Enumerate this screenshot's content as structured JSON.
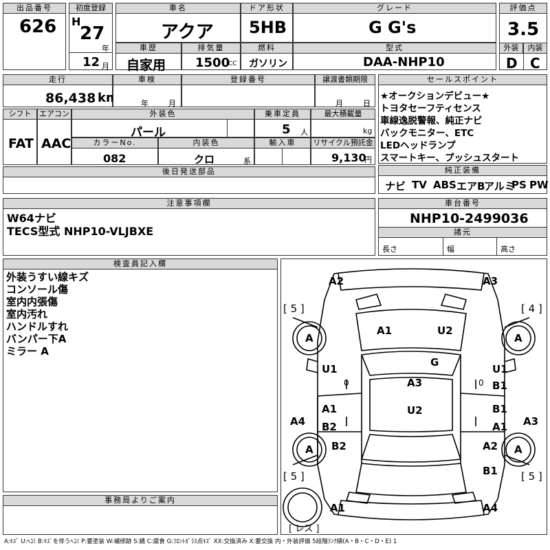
{
  "headers": {
    "lot": "出品番号",
    "first_reg": "初度登録",
    "car_name": "車名",
    "door": "ドア形状",
    "grade": "グレード",
    "rating": "評価点",
    "history": "車歴",
    "displacement": "排気量",
    "fuel": "燃料",
    "model_code": "型式",
    "exterior": "外装",
    "interior": "内装",
    "mileage": "走行",
    "inspection": "車検",
    "reg_no": "登録番号",
    "transfer_deadline": "譲渡書類期限",
    "sales_points": "セールスポイント",
    "shift": "シフト",
    "aircon": "エアコン",
    "ext_color": "外装色",
    "capacity": "乗車定員",
    "max_load": "最大積載量",
    "color_no": "カラーNo.",
    "int_color": "内装色",
    "import": "輸入車",
    "recycle": "リサイクル預託金",
    "later_parts": "後日発送部品",
    "genuine": "純正装備",
    "notes": "注意事項欄",
    "chassis": "車台番号",
    "specs": "諸元",
    "inspector": "検査員記入欄",
    "office": "事務局よりご案内"
  },
  "vehicle": {
    "lot_no": "626",
    "era": "H",
    "year": "27",
    "year_unit": "年",
    "month": "12",
    "month_unit": "月",
    "name": "アクア",
    "door": "5HB",
    "grade": "G G's",
    "rating": "3.5",
    "history": "自家用",
    "displacement": "1500",
    "cc": "CC",
    "fuel": "ガソリン",
    "model_code": "DAA-NHP10",
    "exterior_grade": "D",
    "interior_grade": "C",
    "mileage": "86,438",
    "km": "km",
    "insp_year": "年",
    "insp_month": "月",
    "transfer_month": "月",
    "transfer_day": "日",
    "shift": "FAT",
    "aircon": "AAC",
    "ext_color": "パール",
    "capacity": "5",
    "person": "人",
    "kg": "kg",
    "color_no": "082",
    "int_color": "クロ",
    "kei": "系",
    "recycle": "9,130",
    "yen": "円",
    "chassis_no": "NHP10-2499036",
    "length_label": "長さ",
    "width_label": "幅",
    "height_label": "高さ"
  },
  "sales_points": [
    "★オークションデビュー★",
    "トヨタセーフティセンス",
    "車線逸脱警報、純正ナビ",
    "バックモニター、ETC",
    "LEDヘッドランプ",
    "スマートキー、プッシュスタート"
  ],
  "genuine_equipment": [
    "ナビ",
    "TV",
    "ABS",
    "エアB",
    "アルミ",
    "PS",
    "PW"
  ],
  "notes": [
    "W64ナビ",
    "TECS型式 NHP10-VLJBXE"
  ],
  "inspector_notes": [
    "外装うすい線キズ",
    "コンソール傷",
    "室内内張傷",
    "室内汚れ",
    "ハンドルすれ",
    "バンパー下A",
    "ミラー A"
  ],
  "diagram": {
    "marks": {
      "front_left": "A2",
      "front_right": "A3",
      "bonnet_left": "A1",
      "bonnet_right": "U2",
      "windshield": "G",
      "roof": "A3",
      "roof_rear": "U2",
      "left_front_door": "U1",
      "left_rear_door_a": "A1",
      "left_rear_door_b": "B2",
      "right_front_door_u": "U1",
      "right_front_door_b": "B1",
      "right_rear_door_b": "B1",
      "right_rear_door_a": "A1",
      "left_side": "A4",
      "right_side": "A3",
      "left_rear_fender": "B2",
      "right_rear_fender_a": "A2",
      "right_rear_fender_b": "B1",
      "rear_left": "A1",
      "rear_right": "A4",
      "wheel_fl": "A",
      "wheel_fr": "A",
      "wheel_rl": "A",
      "wheel_rr": "A",
      "zero_l": "0",
      "zero_r": "0"
    },
    "tires": {
      "fl": "[ 5 ]",
      "fr": "[ 4 ]",
      "rl": "[ 5 ]",
      "rr": "[ 5 ]",
      "spare": "[ レス ]"
    }
  },
  "legend": "A:ｷｽﾞ U:ﾍｺﾐ B:ｷｽﾞを伴うﾍｺﾐ P:要塗装 W:補修跡 S:錆 C:腐食 G:ﾌﾛﾝﾄｶﾞﾗｽ点ｷｽﾞ XX:交換済み X:要交換 内・外装評価 5段階ﾗﾝｸ順(A・B・C・D・E) 1"
}
